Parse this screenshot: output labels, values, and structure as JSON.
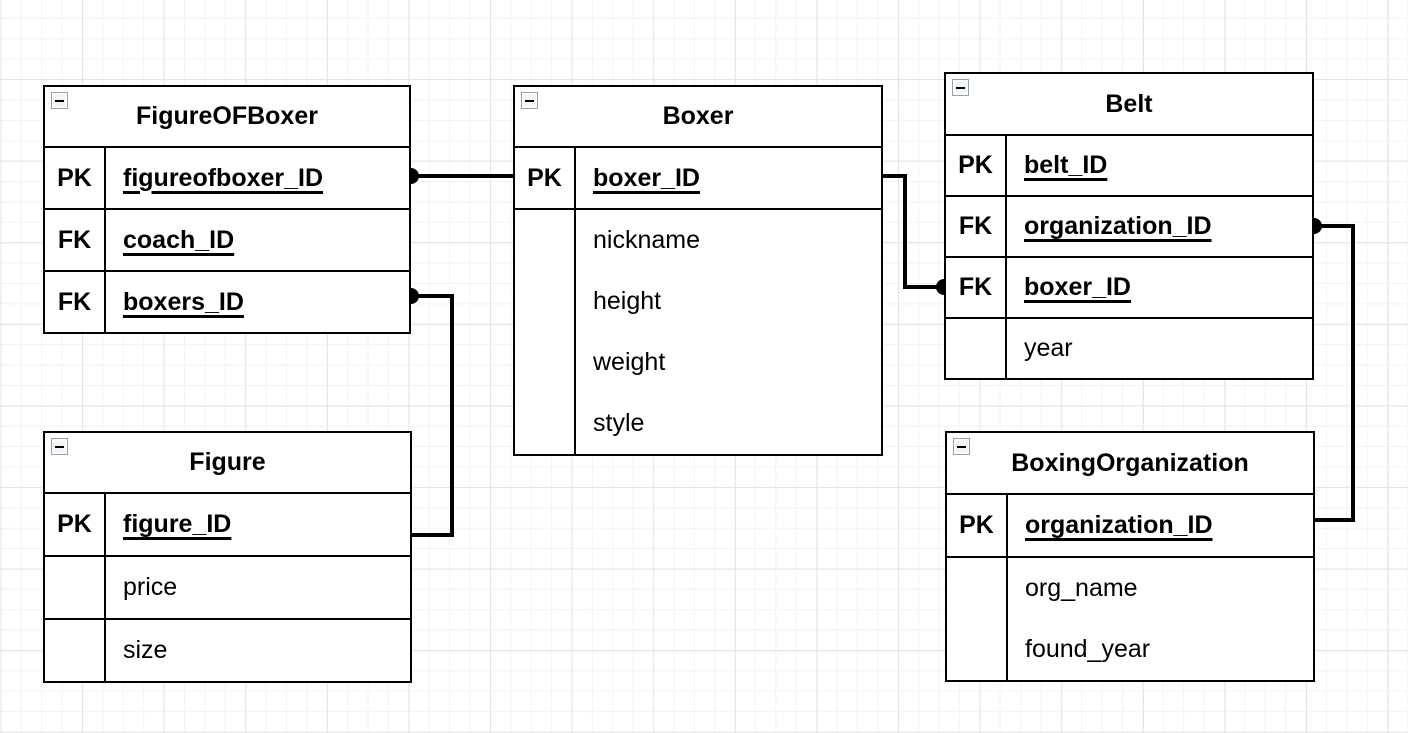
{
  "canvas": {
    "background": "#ffffff",
    "grid_minor_color": "#f3f3f3",
    "grid_major_color": "#e3e3e3",
    "line_color": "#000000"
  },
  "entities": [
    {
      "name": "FigureOFBoxer",
      "attributes": [
        {
          "key": "PK",
          "name": "figureofboxer_ID"
        },
        {
          "key": "FK",
          "name": "coach_ID"
        },
        {
          "key": "FK",
          "name": "boxers_ID"
        }
      ]
    },
    {
      "name": "Boxer",
      "attributes": [
        {
          "key": "PK",
          "name": "boxer_ID"
        },
        {
          "key": "",
          "name": "nickname"
        },
        {
          "key": "",
          "name": "height"
        },
        {
          "key": "",
          "name": "weight"
        },
        {
          "key": "",
          "name": "style"
        }
      ]
    },
    {
      "name": "Belt",
      "attributes": [
        {
          "key": "PK",
          "name": "belt_ID"
        },
        {
          "key": "FK",
          "name": "organization_ID"
        },
        {
          "key": "FK",
          "name": "boxer_ID"
        },
        {
          "key": "",
          "name": "year"
        }
      ]
    },
    {
      "name": "Figure",
      "attributes": [
        {
          "key": "PK",
          "name": "figure_ID"
        },
        {
          "key": "",
          "name": "price"
        },
        {
          "key": "",
          "name": "size"
        }
      ]
    },
    {
      "name": "BoxingOrganization",
      "attributes": [
        {
          "key": "PK",
          "name": "organization_ID"
        },
        {
          "key": "",
          "name": "org_name"
        },
        {
          "key": "",
          "name": "found_year"
        }
      ]
    }
  ],
  "relationships": [
    {
      "from": "FigureOFBoxer.figureofboxer_ID",
      "to": "Boxer.boxer_ID"
    },
    {
      "from": "Boxer.boxer_ID",
      "to": "Belt.boxer_ID"
    },
    {
      "from": "FigureOFBoxer.boxers_ID",
      "to": "Figure.figure_ID"
    },
    {
      "from": "Belt.organization_ID",
      "to": "BoxingOrganization.organization_ID"
    }
  ]
}
